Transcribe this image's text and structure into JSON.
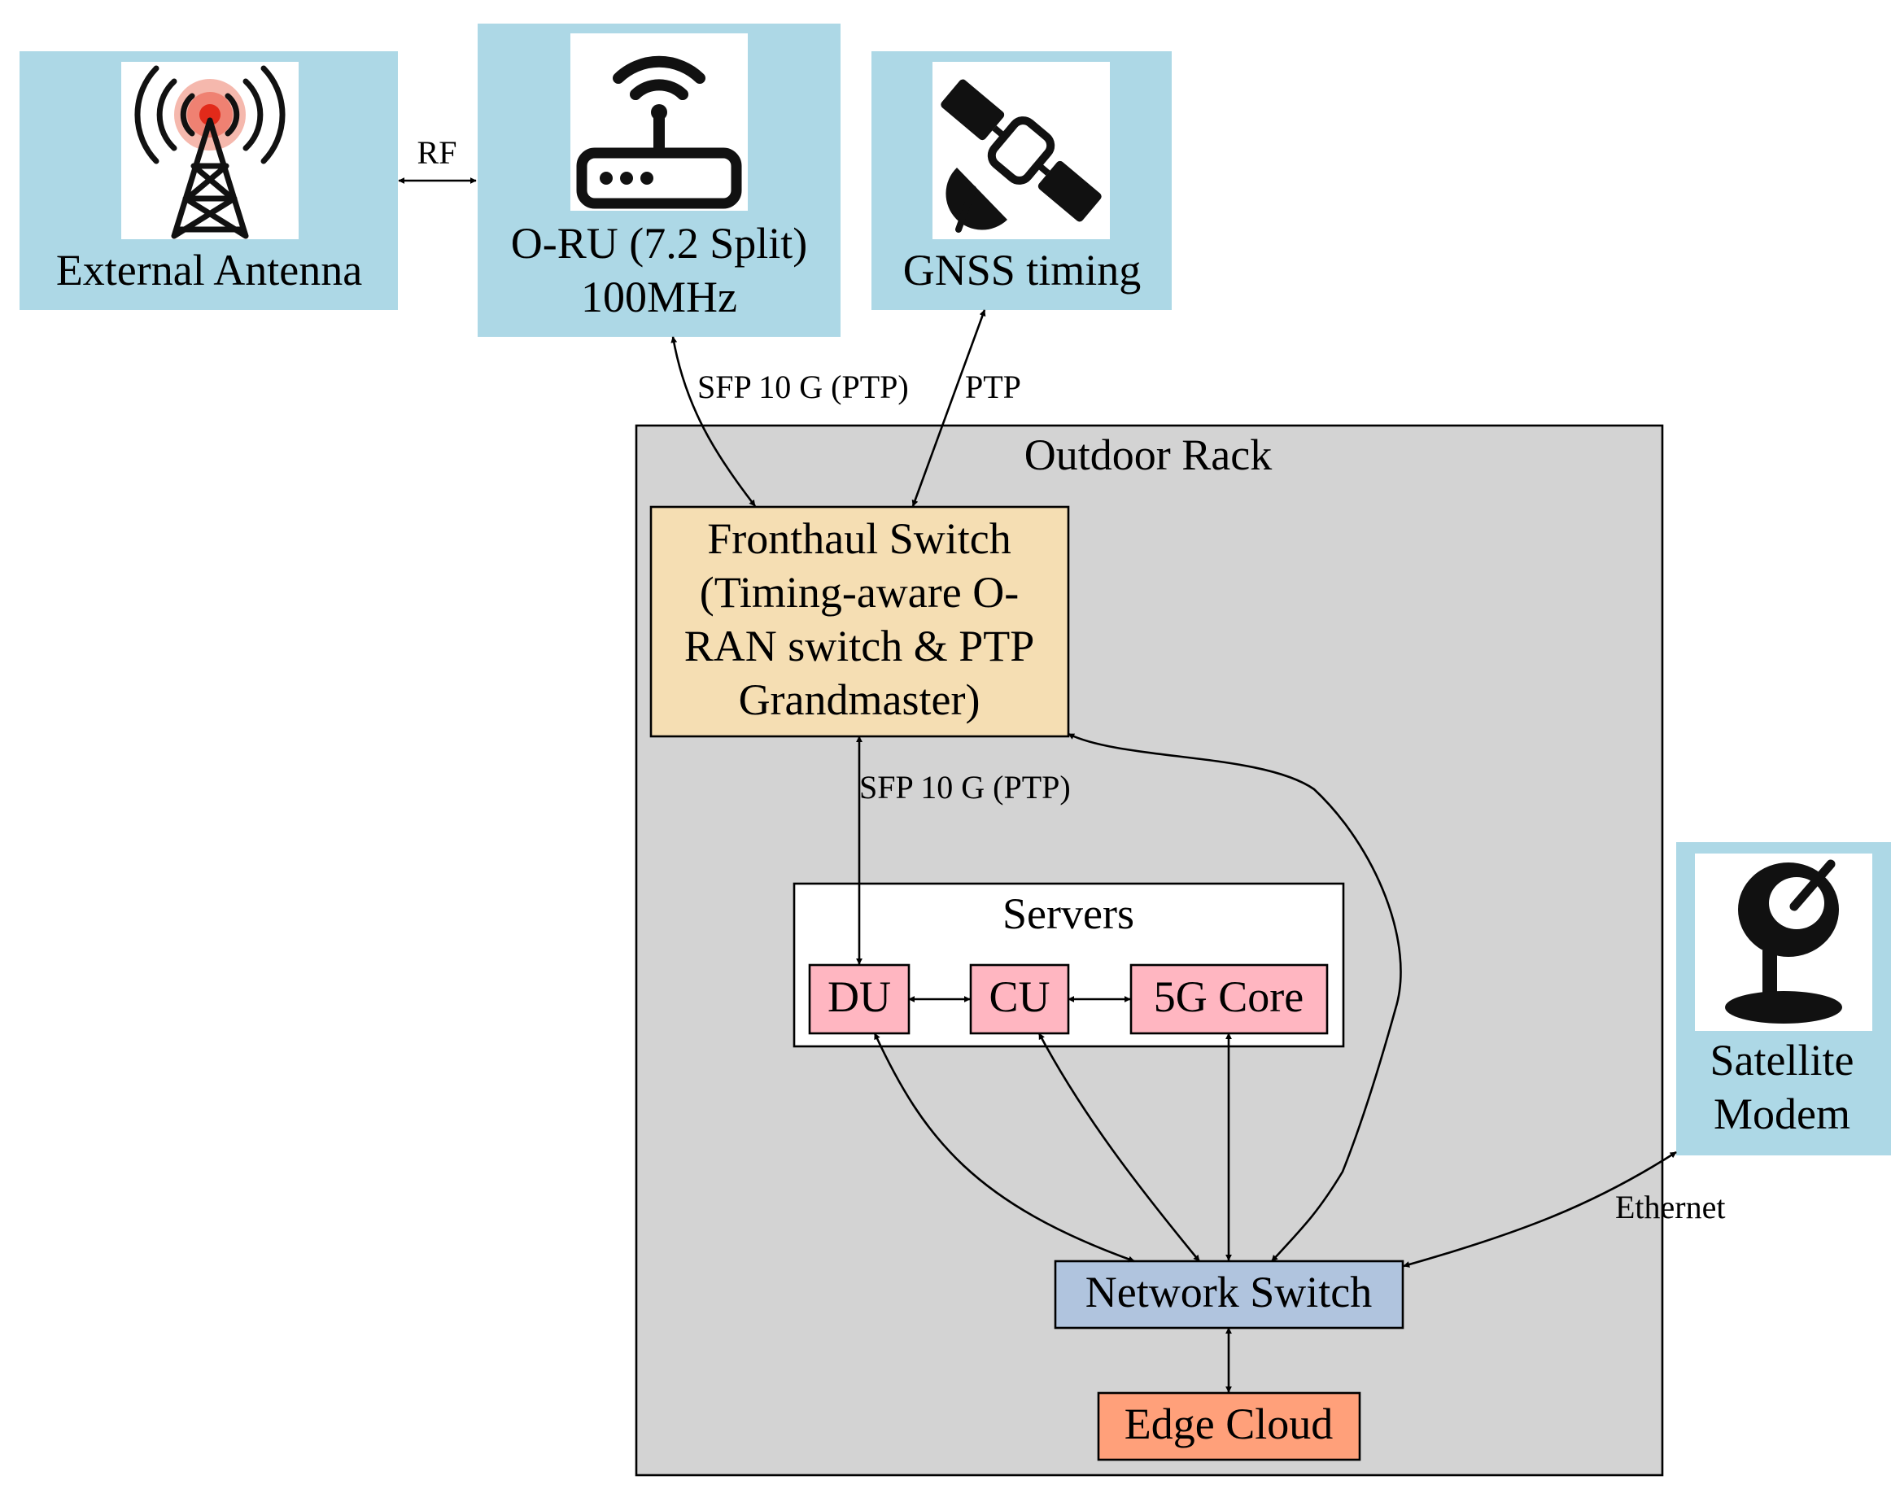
{
  "colors": {
    "device_box": "#add8e6",
    "rack": "#d3d3d3",
    "fronthaul": "#f5deb3",
    "server_component": "#ffb6c1",
    "network_switch": "#b0c4de",
    "edge_cloud": "#ffa07a",
    "servers_box": "#ffffff"
  },
  "nodes": {
    "external_antenna": {
      "label": "External Antenna",
      "icon": "radio-tower-icon"
    },
    "oru": {
      "label_line1": "O-RU (7.2 Split)",
      "label_line2": "100MHz",
      "icon": "wifi-router-icon"
    },
    "gnss": {
      "label": "GNSS timing",
      "icon": "satellite-icon"
    },
    "satellite_modem": {
      "label_line1": "Satellite",
      "label_line2": "Modem",
      "icon": "satellite-dish-icon"
    },
    "rack": {
      "label": "Outdoor Rack"
    },
    "fronthaul_switch": {
      "line1": "Fronthaul Switch",
      "line2": "(Timing-aware O-",
      "line3": "RAN switch & PTP",
      "line4": "Grandmaster)"
    },
    "servers": {
      "label": "Servers"
    },
    "du": {
      "label": "DU"
    },
    "cu": {
      "label": "CU"
    },
    "core": {
      "label": "5G Core"
    },
    "network_switch": {
      "label": "Network Switch"
    },
    "edge_cloud": {
      "label": "Edge Cloud"
    }
  },
  "edges": {
    "rf": "RF",
    "oru_fronthaul": "SFP 10 G (PTP)",
    "gnss_fronthaul": "PTP",
    "fronthaul_du": "SFP 10 G (PTP)",
    "satellite_ethernet": "Ethernet"
  }
}
